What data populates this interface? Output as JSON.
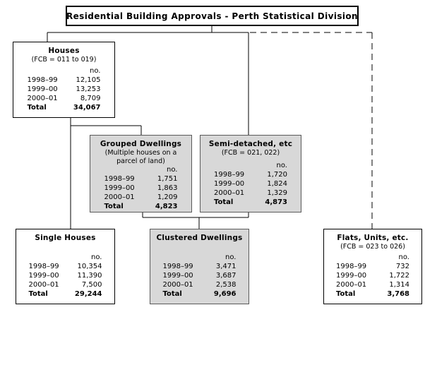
{
  "title": "Residential Building Approvals - Perth Statistical Division",
  "labels": {
    "unit": "no.",
    "total": "Total"
  },
  "colors": {
    "node_fill_gray": "#d8d8d8",
    "node_fill_white": "#ffffff",
    "connector": "#000000"
  },
  "nodes": {
    "houses": {
      "title": "Houses",
      "subtitle": "(FCB = 011 to 019)",
      "rows": [
        {
          "year": "1998–99",
          "value": "12,105"
        },
        {
          "year": "1999–00",
          "value": "13,253"
        },
        {
          "year": "2000–01",
          "value": "8,709"
        }
      ],
      "total": "34,067"
    },
    "grouped_dwellings": {
      "title": "Grouped Dwellings",
      "subtitle": "(Multiple houses on a parcel of land)",
      "rows": [
        {
          "year": "1998–99",
          "value": "1,751"
        },
        {
          "year": "1999–00",
          "value": "1,863"
        },
        {
          "year": "2000–01",
          "value": "1,209"
        }
      ],
      "total": "4,823"
    },
    "semi_detached": {
      "title": "Semi-detached, etc",
      "subtitle": "(FCB = 021, 022)",
      "rows": [
        {
          "year": "1998–99",
          "value": "1,720"
        },
        {
          "year": "1999–00",
          "value": "1,824"
        },
        {
          "year": "2000–01",
          "value": "1,329"
        }
      ],
      "total": "4,873"
    },
    "single_houses": {
      "title": "Single Houses",
      "rows": [
        {
          "year": "1998–99",
          "value": "10,354"
        },
        {
          "year": "1999–00",
          "value": "11,390"
        },
        {
          "year": "2000–01",
          "value": "7,500"
        }
      ],
      "total": "29,244"
    },
    "clustered_dwellings": {
      "title": "Clustered Dwellings",
      "rows": [
        {
          "year": "1998–99",
          "value": "3,471"
        },
        {
          "year": "1999–00",
          "value": "3,687"
        },
        {
          "year": "2000–01",
          "value": "2,538"
        }
      ],
      "total": "9,696"
    },
    "flats_units": {
      "title": "Flats, Units, etc.",
      "subtitle": "(FCB = 023 to 026)",
      "rows": [
        {
          "year": "1998–99",
          "value": "732"
        },
        {
          "year": "1999–00",
          "value": "1,722"
        },
        {
          "year": "2000–01",
          "value": "1,314"
        }
      ],
      "total": "3,768"
    }
  }
}
